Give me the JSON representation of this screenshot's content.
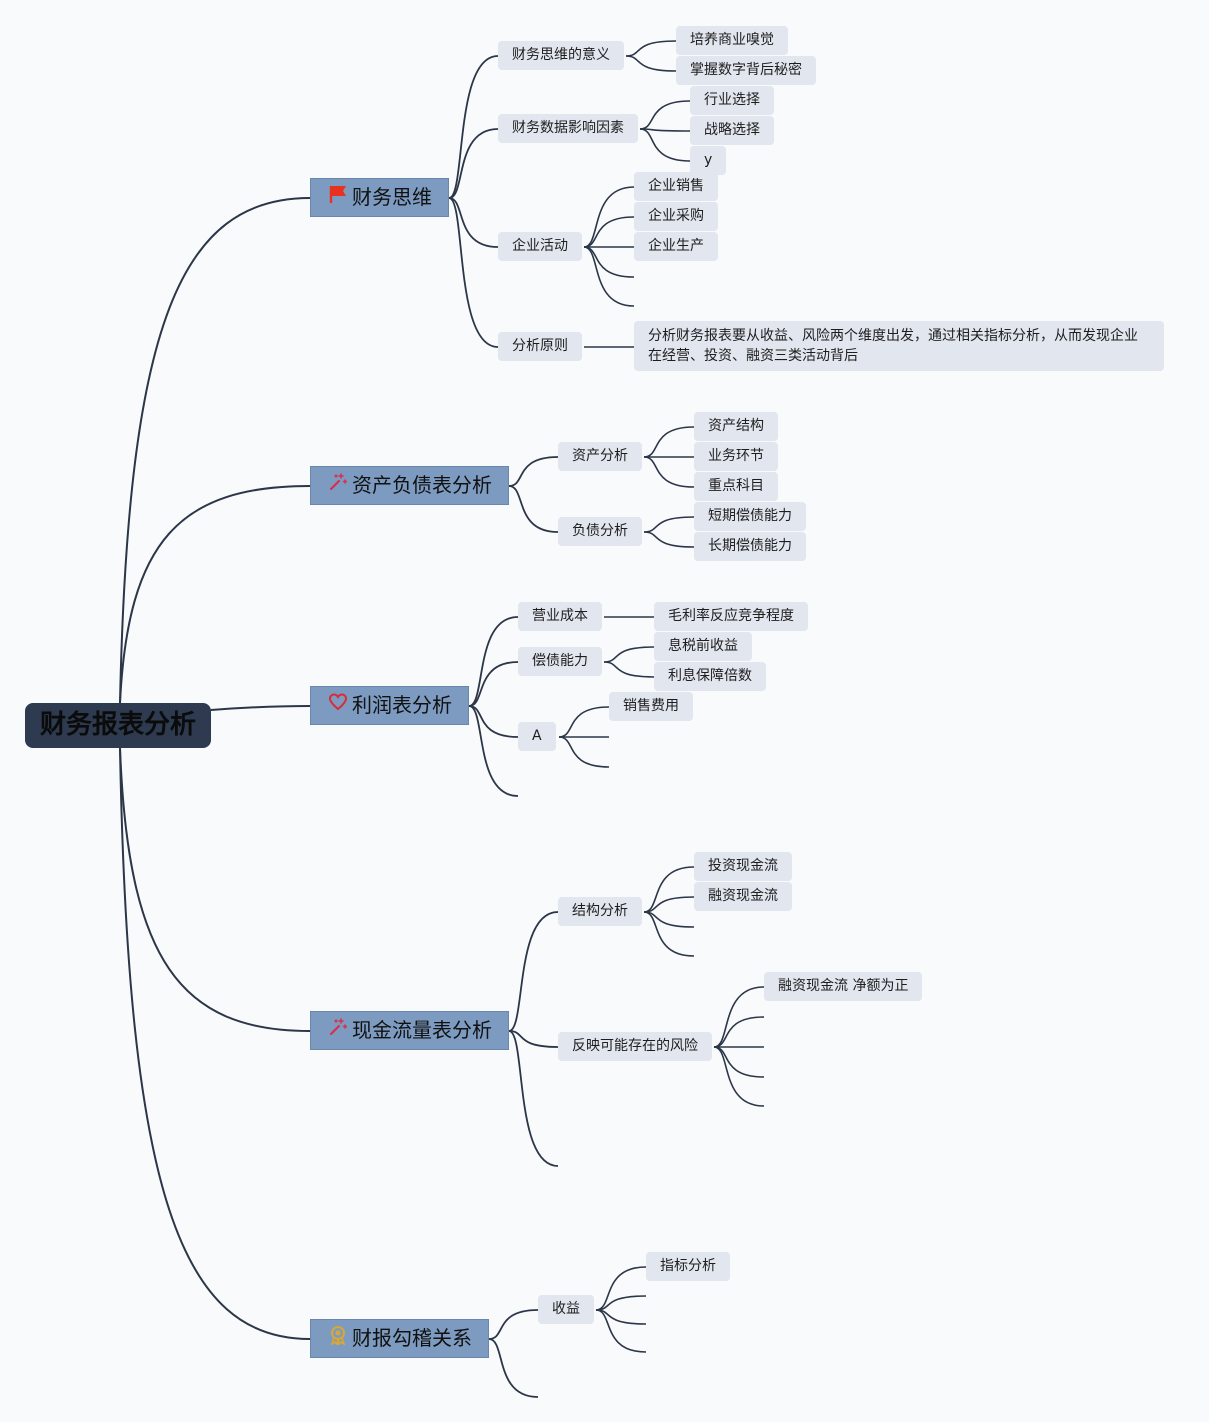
{
  "root": "财务报表分析",
  "branches": [
    {
      "label": "财务思维",
      "icon": "flag-icon",
      "children": [
        {
          "label": "财务思维的意义",
          "children": [
            "培养商业嗅觉",
            "掌握数字背后秘密"
          ]
        },
        {
          "label": "财务数据影响因素",
          "children": [
            "行业选择",
            "战略选择",
            "y"
          ]
        },
        {
          "label": "企业活动",
          "children": [
            "企业销售",
            "企业采购",
            "企业生产"
          ]
        },
        {
          "label": "分析原则",
          "children": [
            "分析财务报表要从收益、风险两个维度出发，通过相关指标分析，从而发现企业在经营、投资、融资三类活动背后"
          ]
        }
      ]
    },
    {
      "label": "资产负债表分析",
      "icon": "magic-wand-icon",
      "children": [
        {
          "label": "资产分析",
          "children": [
            "资产结构",
            "业务环节",
            "重点科目"
          ]
        },
        {
          "label": "负债分析",
          "children": [
            "短期偿债能力",
            "长期偿债能力"
          ]
        }
      ]
    },
    {
      "label": "利润表分析",
      "icon": "heart-icon",
      "children": [
        {
          "label": "营业成本",
          "children": [
            "毛利率反应竞争程度"
          ]
        },
        {
          "label": "偿债能力",
          "children": [
            "息税前收益",
            "利息保障倍数"
          ]
        },
        {
          "label": "A",
          "children": [
            "销售费用"
          ]
        }
      ]
    },
    {
      "label": "现金流量表分析",
      "icon": "magic-wand-icon",
      "children": [
        {
          "label": "结构分析",
          "children": [
            "投资现金流",
            "融资现金流"
          ]
        },
        {
          "label": "反映可能存在的风险",
          "children": [
            "融资现金流 净额为正"
          ]
        }
      ]
    },
    {
      "label": "财报勾稽关系",
      "icon": "award-badge-icon",
      "children": [
        {
          "label": "收益",
          "children": [
            "指标分析"
          ]
        }
      ]
    }
  ],
  "colors": {
    "background": "#f9fafb",
    "root_fill": "#2d3a4f",
    "main_fill": "#7d9bc1",
    "node_fill": "#e1e6ef",
    "connector": "#2b3648",
    "flag": "#e8321f",
    "wand": "#d6304d",
    "heart": "#d92b3a",
    "badge": "#d9a733"
  }
}
